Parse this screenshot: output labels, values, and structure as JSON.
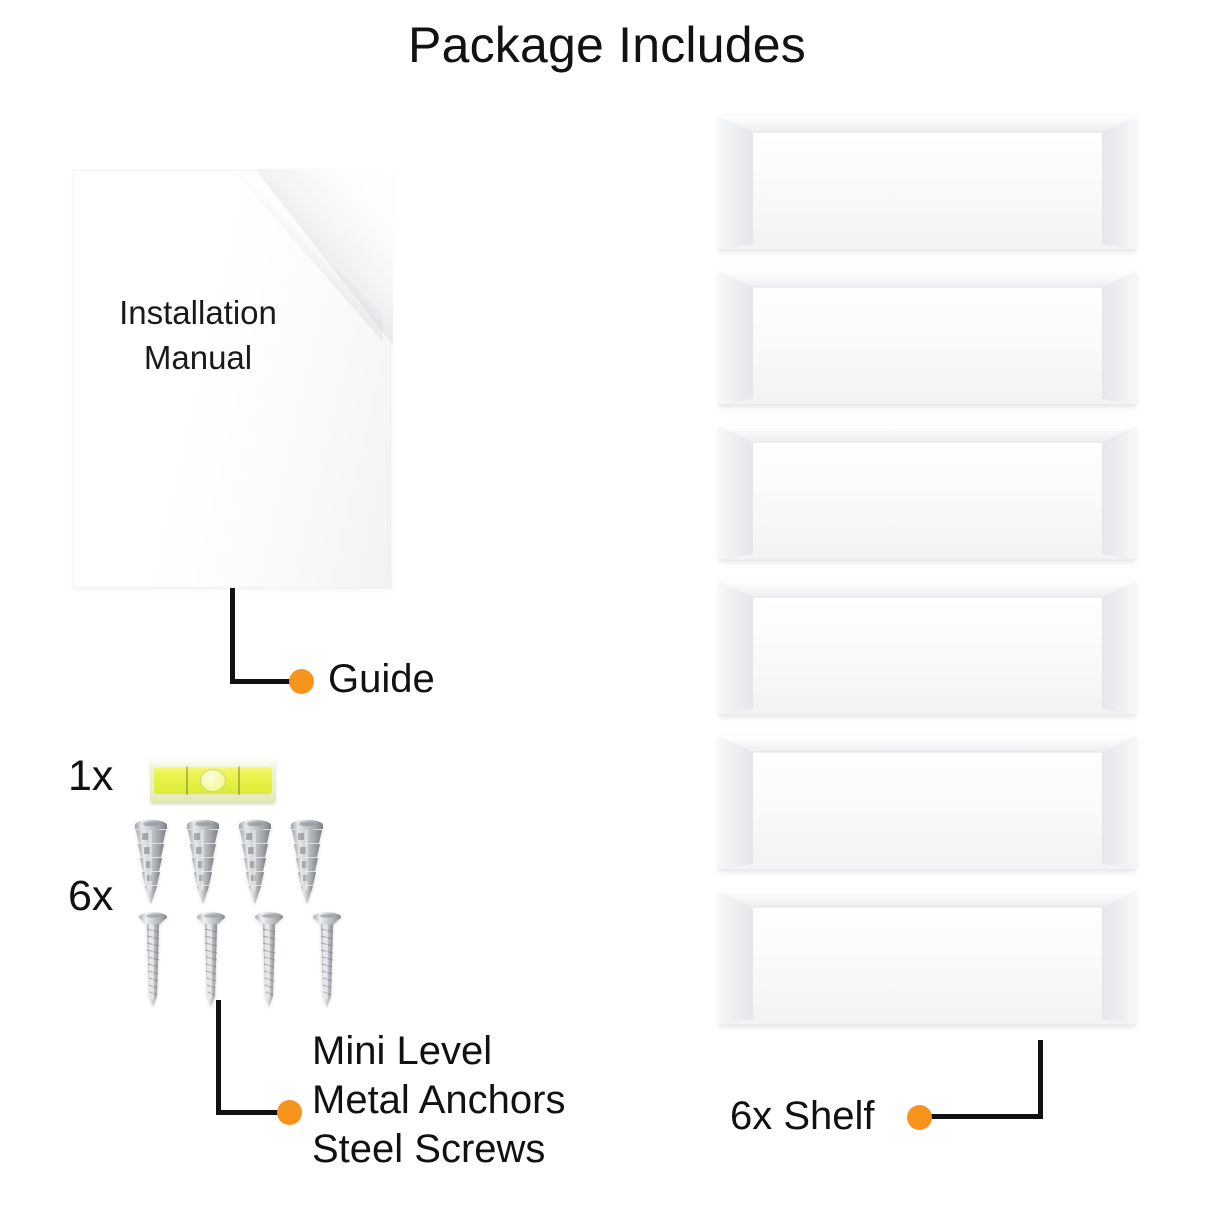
{
  "title": "Package Includes",
  "manual": {
    "line1": "Installation",
    "line2": "Manual",
    "callout_label": "Guide"
  },
  "level": {
    "quantity": "1x",
    "icon": "mini-level-icon"
  },
  "fasteners": {
    "quantity": "6x",
    "anchor_icon": "metal-anchor-icon",
    "screw_icon": "steel-screw-icon",
    "anchor_count": 4,
    "screw_count": 4,
    "callout_lines": [
      "Mini Level",
      "Metal Anchors",
      "Steel Screws"
    ]
  },
  "shelves": {
    "count": 6,
    "callout_label": "6x Shelf"
  },
  "colors": {
    "accent_dot": "#F7941E",
    "leader_line": "#111111",
    "text": "#111111",
    "shelf_body": "#FAFAFB",
    "level_vial": "#E9F24A"
  }
}
